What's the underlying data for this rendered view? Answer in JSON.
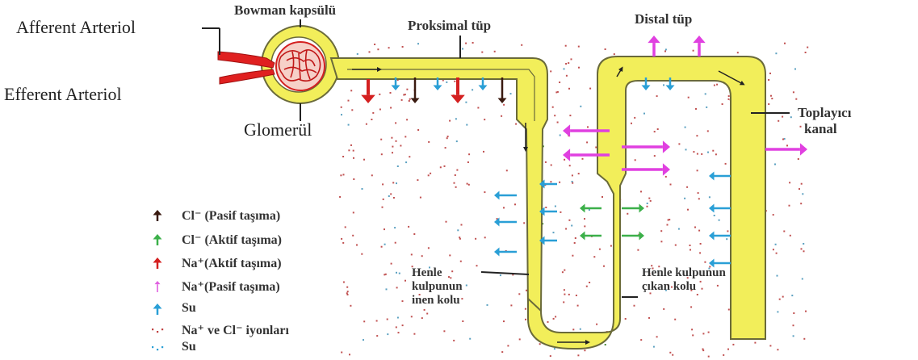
{
  "labels": {
    "afferent": "Afferent Arteriol",
    "efferent": "Efferent Arteriol",
    "bowman": "Bowman kapsülü",
    "glomerul": "Glomerül",
    "proksimal": "Proksimal tüp",
    "distal": "Distal tüp",
    "toplayici_1": "Toplayıcı",
    "toplayici_2": "kanal",
    "henle_inen": "Henle kulpunun inen kolu",
    "henle_cikan": "Henle kulpunun çıkan kolu"
  },
  "legend": [
    {
      "text": "Cl⁻ (Pasif taşıma)",
      "color": "#3a1a10",
      "icon": "arrow-up-icon"
    },
    {
      "text": "Cl⁻ (Aktif taşıma)",
      "color": "#3cb04a",
      "icon": "arrow-up-icon"
    },
    {
      "text": "Na⁺(Aktif taşıma)",
      "color": "#d42020",
      "icon": "arrow-up-icon"
    },
    {
      "text": "Na⁺(Pasif taşıma)",
      "color": "#e060e0",
      "icon": "arrow-up-icon"
    },
    {
      "text": "Su",
      "color": "#2a9fd6",
      "icon": "arrow-up-icon"
    },
    {
      "text": "Na⁺ ve Cl⁻ iyonları",
      "color": "#c04040",
      "icon": "dots-icon"
    },
    {
      "text": "Su",
      "color": "#2a9fd6",
      "icon": "dots-icon"
    }
  ],
  "colors": {
    "tubule_fill": "#f2ee5a",
    "tubule_stroke": "#6a6a3a",
    "glomerulus": "#e02020",
    "na_active": "#d42020",
    "cl_passive": "#3a1a10",
    "water": "#2a9fd6",
    "cl_active": "#3cb04a",
    "na_passive": "#e040e0"
  }
}
